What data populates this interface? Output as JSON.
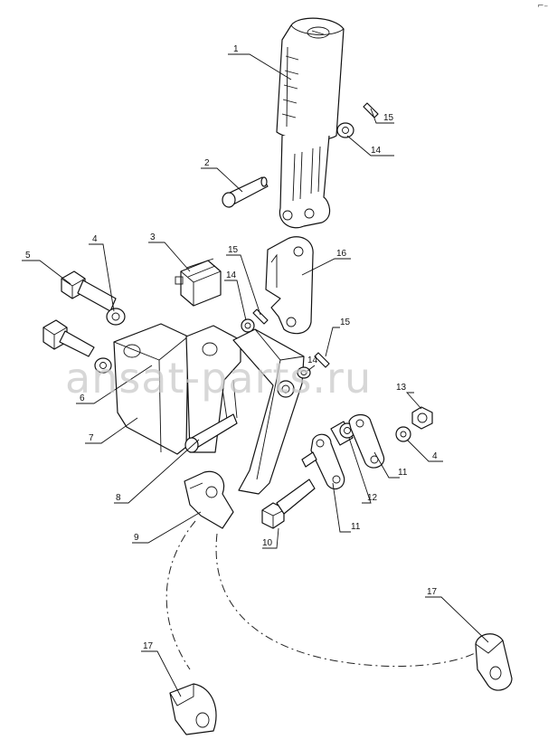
{
  "watermark": "ansat-parts.ru",
  "corner_mark": "⌐–",
  "callouts": [
    {
      "id": "c1",
      "label": "1"
    },
    {
      "id": "c2",
      "label": "2"
    },
    {
      "id": "c3",
      "label": "3"
    },
    {
      "id": "c4a",
      "label": "4"
    },
    {
      "id": "c4b",
      "label": "4"
    },
    {
      "id": "c5",
      "label": "5"
    },
    {
      "id": "c6",
      "label": "6"
    },
    {
      "id": "c7",
      "label": "7"
    },
    {
      "id": "c8",
      "label": "8"
    },
    {
      "id": "c9",
      "label": "9"
    },
    {
      "id": "c10",
      "label": "10"
    },
    {
      "id": "c11a",
      "label": "11"
    },
    {
      "id": "c11b",
      "label": "11"
    },
    {
      "id": "c12",
      "label": "12"
    },
    {
      "id": "c13",
      "label": "13"
    },
    {
      "id": "c14a",
      "label": "14"
    },
    {
      "id": "c14b",
      "label": "14"
    },
    {
      "id": "c14c",
      "label": "14"
    },
    {
      "id": "c15a",
      "label": "15"
    },
    {
      "id": "c15b",
      "label": "15"
    },
    {
      "id": "c15c",
      "label": "15"
    },
    {
      "id": "c16",
      "label": "16"
    },
    {
      "id": "c17a",
      "label": "17"
    },
    {
      "id": "c17b",
      "label": "17"
    }
  ]
}
